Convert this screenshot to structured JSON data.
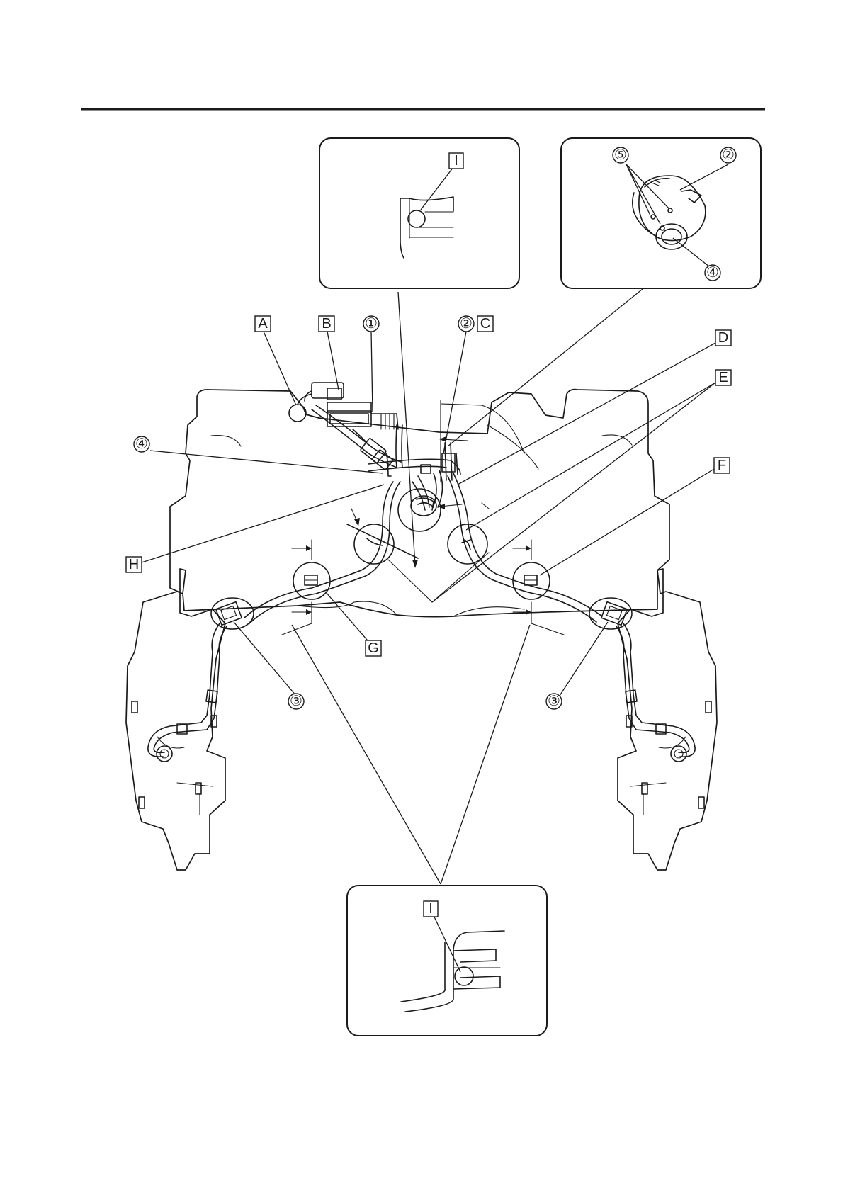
{
  "labels": {
    "A": "A",
    "B": "B",
    "C": "C",
    "D": "D",
    "E": "E",
    "F": "F",
    "G": "G",
    "H": "H",
    "I": "I",
    "n1": "①",
    "n2": "②",
    "n3": "③",
    "n4": "④",
    "n5": "⑤"
  }
}
